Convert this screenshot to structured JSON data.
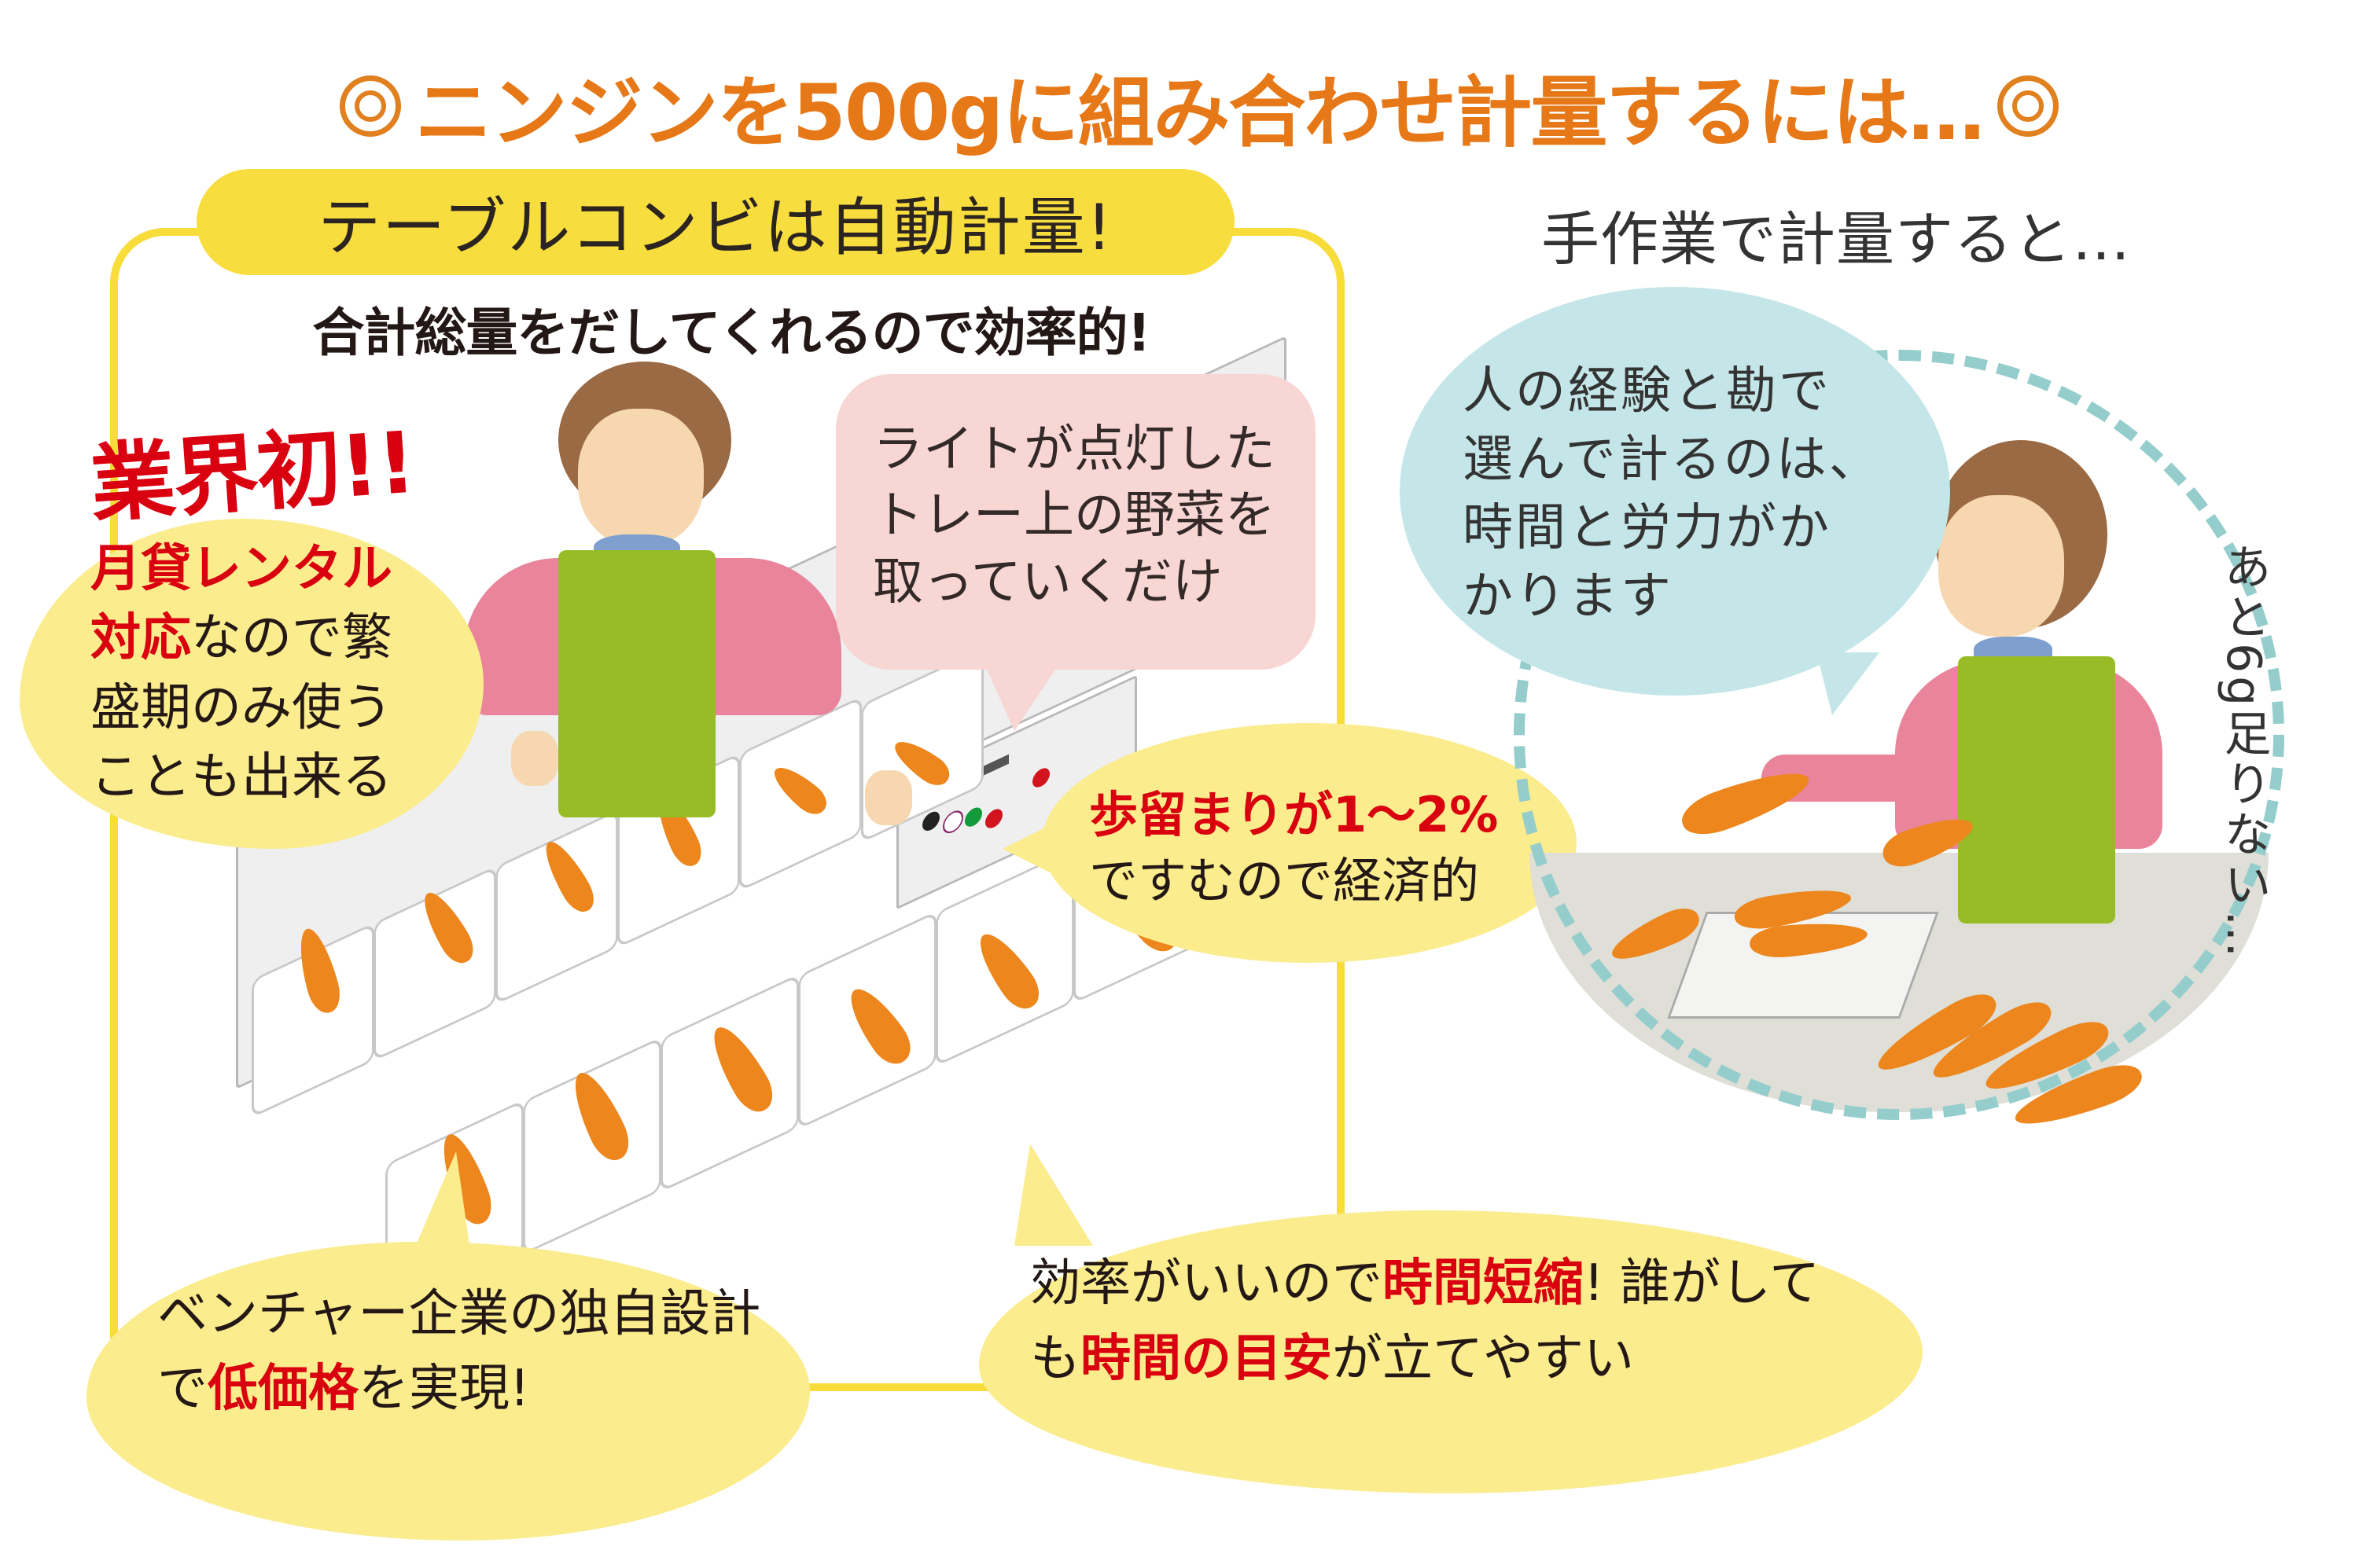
{
  "title": {
    "text": "ニンジンを500gに組み合わせ計量するには…",
    "color": "#e67817",
    "decoration_icon": "double-circle-icon"
  },
  "left_panel": {
    "pill_heading": "テーブルコンビは自動計量!",
    "subtitle": "合計総量をだしてくれるので効率的!",
    "first_badge": "業界初!!",
    "rental_bubble": {
      "red_lead": "月貸レンタル対応",
      "line1_red": "月貸レンタル",
      "line2_red": "対応",
      "line2_rest": "なので繁",
      "line3": "盛期のみ使う",
      "line4": "ことも出来る"
    },
    "light_bubble": {
      "line1": "ライトが点灯した",
      "line2": "トレー上の野菜を",
      "line3": "取っていくだけ"
    },
    "yield_bubble": {
      "line1_red": "歩留まりが1〜2%",
      "line2": "ですむので経済的"
    },
    "venture_bubble": {
      "line1": "ベンチャー企業の独自設計",
      "line2_pre": "で",
      "line2_red": "低価格",
      "line2_post": "を実現!"
    },
    "efficiency_bubble": {
      "line1_pre": "効率がいいので",
      "line1_red": "時間短縮",
      "line1_post": "! 誰がして",
      "line2_pre": "も",
      "line2_red": "時間の目安",
      "line2_post": "が立てやすい"
    }
  },
  "right_panel": {
    "heading": "手作業で計量すると…",
    "thought_bubble": {
      "line1": "人の経験と勘で",
      "line2": "選んで計るのは、",
      "line3": "時間と労力がか",
      "line4": "かります"
    },
    "vertical_caption": "あと6g足りない…"
  },
  "colors": {
    "title_orange": "#e67817",
    "frame_yellow": "#f8dc3a",
    "cloud_yellow": "#fbec8d",
    "pink_bubble": "#f7d6d4",
    "blue_bubble": "#c5e6e8",
    "dashed_teal": "#94cdcb",
    "highlight_red": "#d9000f",
    "apron_green": "#98bc26",
    "sleeve_pink": "#e9849b",
    "carrot_orange": "#ec861d"
  }
}
